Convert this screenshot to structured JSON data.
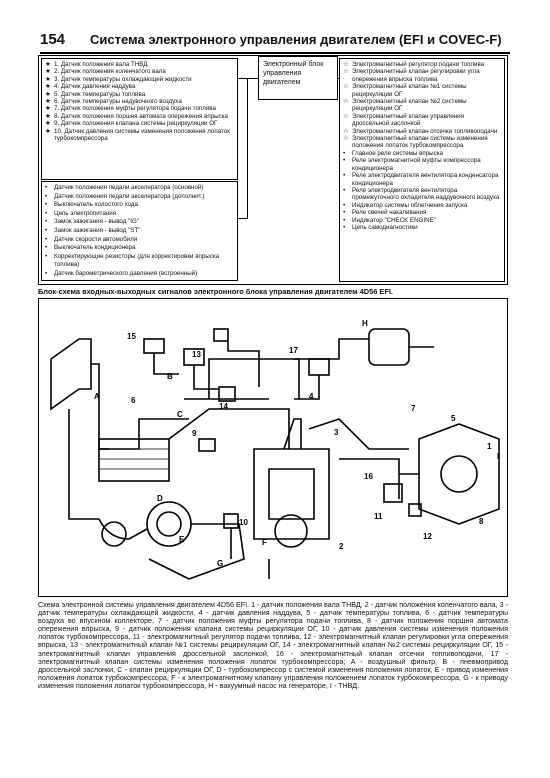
{
  "header": {
    "page_number": "154",
    "title": "Система электронного управления двигателем (EFI и COVEC-F)"
  },
  "block_diagram": {
    "inputs_top": [
      {
        "mark": "★",
        "text": "1. Датчик положения вала ТНВД"
      },
      {
        "mark": "★",
        "text": "2. Датчик положения коленчатого вала"
      },
      {
        "mark": "★",
        "text": "3. Датчик температуры охлаждающей жидкости"
      },
      {
        "mark": "★",
        "text": "4. Датчик давления наддува"
      },
      {
        "mark": "★",
        "text": "5. Датчик температуры топлива"
      },
      {
        "mark": "★",
        "text": "6. Датчик температуры надувочного воздуха"
      },
      {
        "mark": "★",
        "text": "7. Датчик положения муфты регулятора подачи топлива"
      },
      {
        "mark": "★",
        "text": "8. Датчик положения поршня автомата опережения впрыска"
      },
      {
        "mark": "★",
        "text": "9. Датчик положения клапана системы рециркуляции ОГ"
      },
      {
        "mark": "★",
        "text": "10. Датчик давления системы изменения положения лопаток турбокомпрессора"
      }
    ],
    "inputs_bottom": [
      {
        "mark": "•",
        "text": "Датчик положения педали акселератора (основной)"
      },
      {
        "mark": "•",
        "text": "Датчик положения педали акселератора (дополнит.)"
      },
      {
        "mark": "•",
        "text": "Выключатель холостого хода"
      },
      {
        "mark": "•",
        "text": "Цепь электропитания"
      },
      {
        "mark": "•",
        "text": "Замок зажигания - вывод \"IG\""
      },
      {
        "mark": "•",
        "text": "Замок зажигания - вывод \"ST\""
      },
      {
        "mark": "•",
        "text": "Датчик скорости автомобиля"
      },
      {
        "mark": "•",
        "text": "Выключатель кондиционера"
      },
      {
        "mark": "•",
        "text": "Корректирующие резисторы (для корректировки впрыска топлива)"
      },
      {
        "mark": "•",
        "text": "Датчик барометрического давления (встроенный)"
      }
    ],
    "ecu_label": "Электронный блок управления двигателем",
    "outputs": [
      {
        "mark": "☆",
        "text": "Электромагнитный регулятор подачи топлива"
      },
      {
        "mark": "☆",
        "text": "Электромагнитный клапан регулировки угла опережения впрыска топлива"
      },
      {
        "mark": "☆",
        "text": "Электромагнитный клапан №1 системы рециркуляции ОГ"
      },
      {
        "mark": "☆",
        "text": "Электромагнитный клапан №2 системы рециркуляции ОГ"
      },
      {
        "mark": "☆",
        "text": "Электромагнитный клапан управления дроссельной заслонкой"
      },
      {
        "mark": "☆",
        "text": "Электромагнитный клапан отсечки топливоподачи"
      },
      {
        "mark": "☆",
        "text": "Электромагнитный клапан системы изменения положения лопаток турбокомпрессора"
      },
      {
        "mark": "•",
        "text": "Главное реле системы впрыска"
      },
      {
        "mark": "•",
        "text": "Реле электромагнитной муфты компрессора кондиционера"
      },
      {
        "mark": "•",
        "text": "Реле электродвигателя вентилятора конденсатора кондиционера"
      },
      {
        "mark": "•",
        "text": "Реле электродвигателя вентилятора промежуточного охладителя наддувочного воздуха"
      },
      {
        "mark": "•",
        "text": "Индикатор системы облегчения запуска"
      },
      {
        "mark": "•",
        "text": "Реле свечей накаливания"
      },
      {
        "mark": "•",
        "text": "Индикатор \"CHECK ENGINE\""
      },
      {
        "mark": "•",
        "text": "Цепь самодиагностики"
      }
    ]
  },
  "block_caption": "Блок-схема входных-выходных сигналов электронного блока управления двигателем 4D56 EFI.",
  "diagram": {
    "labels": {
      "A": "A",
      "B": "B",
      "C": "C",
      "D": "D",
      "E": "E",
      "F": "F",
      "G": "G",
      "H": "H",
      "I": "I",
      "n1": "1",
      "n2": "2",
      "n3": "3",
      "n4": "4",
      "n5": "5",
      "n6": "6",
      "n7": "7",
      "n8": "8",
      "n9": "9",
      "n10": "10",
      "n11": "11",
      "n12": "12",
      "n13": "13",
      "n14": "14",
      "n15": "15",
      "n16": "16",
      "n17": "17"
    }
  },
  "caption": "Схема электронной системы управления двигателем 4D56 EFI. 1 - датчик положения вала ТНВД, 2 - датчик положения коленчатого вала, 3 - датчик температуры охлаждающей жидкости, 4 - датчик давления наддува, 5 - датчик температуры топлива, 6 - датчик температуры воздуха во впускном коллекторе, 7 - датчик положения муфты регулятора подачи топлива, 8 - датчик положения поршня автомата опережения впрыска, 9 - датчик положения клапана системы рециркуляции ОГ, 10 - датчик давления системы изменения положения лопаток турбокомпрессора, 11 - электромагнитный регулятор подачи топлива, 12 - электромагнитный клапан регулировки угла опережения впрыска, 13 - электромагнитный клапан №1 системы рециркуляции ОГ, 14 - электромагнитный клапан №2 системы рециркуляции ОГ, 15 - электромагнитный клапан управления дроссельной заслонкой, 16 - электромагнитный клапан отсечки топливоподачи, 17 - электромагнитный клапан системы изменения положения лопаток турбокомпрессора; A - воздушный фильтр, B - пневмопривод дроссельной заслонки, C - клапан рециркуляции ОГ, D - турбокомпрессор с системой изменения положения лопаток, E - привод изменения положения лопаток турбокомпрессора, F - к электромагнитному клапану управления положением лопаток турбокомпрессора, G - к приводу изменения положения лопаток турбокомпрессора, H - вакуумный насос на генераторе, I - ТНВД."
}
